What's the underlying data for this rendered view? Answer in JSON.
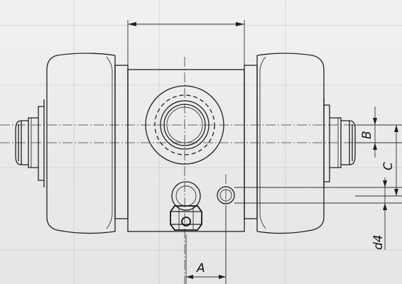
{
  "labels": {
    "A": "A",
    "B": "B",
    "C": "C",
    "d4": "d4"
  }
}
